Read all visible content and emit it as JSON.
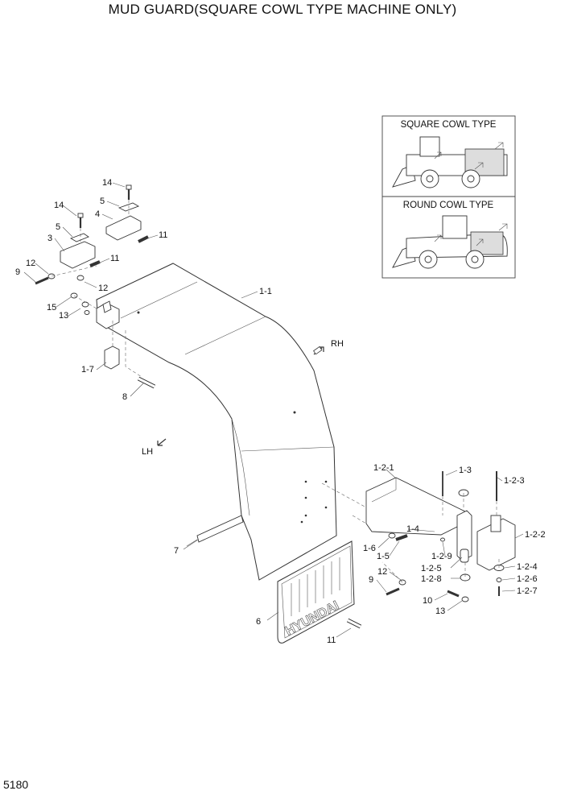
{
  "title": "MUD GUARD(SQUARE COWL TYPE MACHINE ONLY)",
  "page_number": "5180",
  "inset": {
    "square_label": "SQUARE COWL TYPE",
    "round_label": "ROUND COWL TYPE"
  },
  "directions": {
    "rh": "RH",
    "lh": "LH"
  },
  "mud_flap_text": "HYUNDAI",
  "callouts": {
    "c14a": "14",
    "c5a": "5",
    "c4": "4",
    "c11a": "11",
    "c14b": "14",
    "c5b": "5",
    "c3": "3",
    "c11b": "11",
    "c12a": "12",
    "c9a": "9",
    "c12b": "12",
    "c15": "15",
    "c13a": "13",
    "c1_1": "1-1",
    "c1_7": "1-7",
    "c8": "8",
    "c1_2_1": "1-2-1",
    "c1_3": "1-3",
    "c1_2_3": "1-2-3",
    "c1_4": "1-4",
    "c1_2_2": "1-2-2",
    "c1_6": "1-6",
    "c1_5": "1-5",
    "c1_2_9": "1-2-9",
    "c1_2_5": "1-2-5",
    "c1_2_8": "1-2-8",
    "c1_2_4": "1-2-4",
    "c1_2_6": "1-2-6",
    "c1_2_7": "1-2-7",
    "c7": "7",
    "c12c": "12",
    "c9b": "9",
    "c10": "10",
    "c13b": "13",
    "c6": "6",
    "c11c": "11"
  }
}
